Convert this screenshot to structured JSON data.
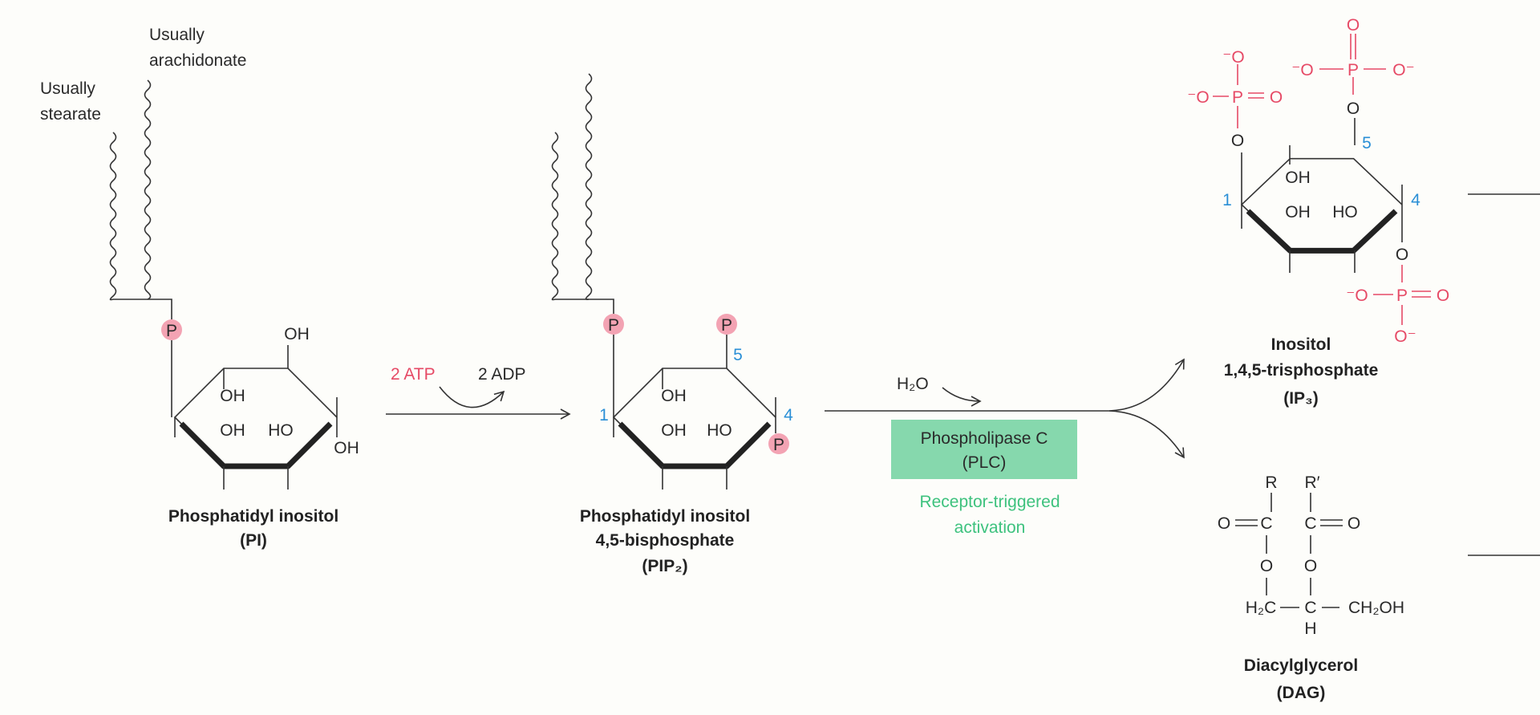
{
  "pi": {
    "stearate_label": [
      "Usually",
      "stearate"
    ],
    "arachidonate_label": [
      "Usually",
      "arachidonate"
    ],
    "phosphate": "P",
    "oh": "OH",
    "ho": "HO",
    "name": "Phosphatidyl inositol",
    "abbr": "(PI)"
  },
  "step1": {
    "atp": "2 ATP",
    "adp": "2 ADP"
  },
  "pip2": {
    "phosphate": "P",
    "oh": "OH",
    "ho": "HO",
    "pos1": "1",
    "pos4": "4",
    "pos5": "5",
    "name_line1": "Phosphatidyl inositol",
    "name_line2": "4,5-bisphosphate",
    "abbr": "(PIP₂)"
  },
  "step2": {
    "water": "H₂O",
    "enzyme_line1": "Phospholipase C",
    "enzyme_line2": "(PLC)",
    "activation_line1": "Receptor-triggered",
    "activation_line2": "activation"
  },
  "ip3": {
    "o_minus": "⁻O",
    "o_minus_r": "O⁻",
    "p": "P",
    "o": "O",
    "eq_o": "═O",
    "oh": "OH",
    "ho": "HO",
    "pos1": "1",
    "pos4": "4",
    "pos5": "5",
    "name_line1": "Inositol",
    "name_line2": "1,4,5-trisphosphate",
    "abbr": "(IP₃)"
  },
  "dag": {
    "r": "R",
    "r_prime": "R′",
    "o": "O",
    "c": "C",
    "h2c": "H₂C",
    "ch2oh": "CH₂OH",
    "h": "H",
    "name": "Diacylglycerol",
    "abbr": "(DAG)"
  },
  "colors": {
    "phosphate": "#e64a66",
    "phosphate_circle": "#f3a3b3",
    "position": "#2a8fd6",
    "enzyme_box": "#86d8ad",
    "activation": "#3ec27e"
  }
}
